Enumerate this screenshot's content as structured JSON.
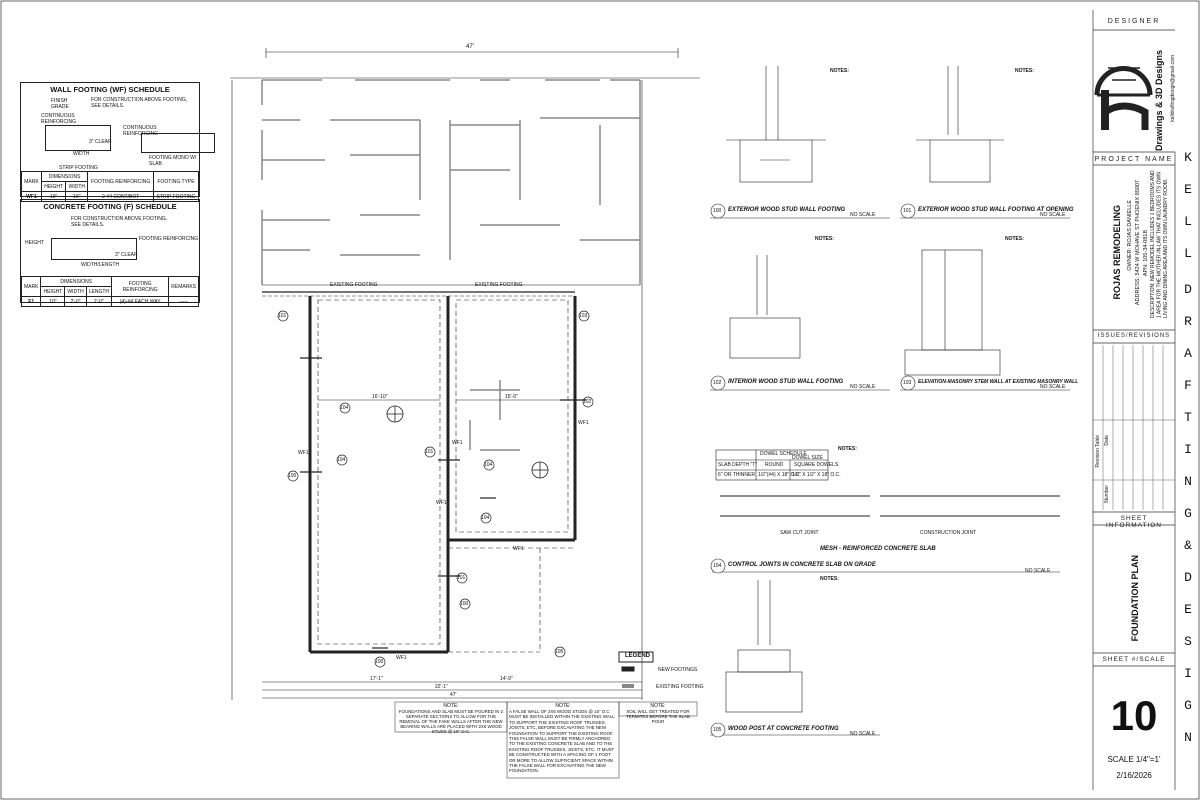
{
  "designer_label": "DESIGNER",
  "company": {
    "name": "Drawings & 3D Designs",
    "email": "kelldraftingdesign@gmail.com",
    "brand_vertical": [
      "K",
      "E",
      "L",
      "L",
      "D",
      "R",
      "A",
      "F",
      "T",
      "I",
      "N",
      "G",
      "&",
      "D",
      "E",
      "S",
      "I",
      "G",
      "N"
    ]
  },
  "project_name_label": "PROJECT NAME",
  "project": {
    "title": "ROJAS REMODELING",
    "owner": "OWNER: ROJAS DANIELLE",
    "address": "ADDRESS: 5424 W MOHAVE ST PHOENIX 85007",
    "apn": "APN: 105-34-081B",
    "description": "DESCRIPTION: NEW REMODEL INCLUDES 1 BEDROOMS AND 1 AREA FOR THE MOTHER-IN-LAW THAT INCLUDES ITS OWN LIVING AND DINING AREA AND ITS OWN LAUNDRY ROOM."
  },
  "issues_label": "ISSUES/REVISIONS",
  "revision_table": {
    "title": "Revision Table",
    "col_number": "Number",
    "col_date": "Date"
  },
  "sheet_info_label": "SHEET INFORMATION",
  "sheet_title": "FOUNDATION PLAN",
  "sheet_scale_label": "SHEET #/SCALE",
  "sheet_number": "10",
  "scale": "SCALE 1/4\"=1'",
  "date": "2/16/2026",
  "wall_schedule": {
    "title": "WALL FOOTING (WF) SCHEDULE",
    "note": "FOR CONSTRUCTION ABOVE FOOTING, SEE DETAILS.",
    "labels": [
      "FINISH GRADE",
      "CONTINUOUS REINFORCING",
      "3\" CLEAR",
      "WIDTH",
      "STRIP FOOTING",
      "FOOTING MONO W/ SLAB"
    ],
    "headers": [
      "MARK",
      "DIMENSIONS",
      "FOOTING REINFORCING",
      "FOOTING TYPE"
    ],
    "subheaders": [
      "HEIGHT",
      "WIDTH"
    ],
    "row": [
      "WF1",
      "10\"",
      "16\"",
      "2-#4 CONT/BOT",
      "STRIP FOOTING"
    ]
  },
  "concrete_schedule": {
    "title": "CONCRETE FOOTING (F) SCHEDULE",
    "note": "FOR CONSTRUCTION ABOVE FOOTING, SEE DETAILS.",
    "labels": [
      "FOOTING REINFORCING",
      "3\" CLEAR",
      "WIDTH/LENGTH",
      "HEIGHT"
    ],
    "headers": [
      "MARK",
      "DIMENSIONS",
      "FOOTING REINFORCING",
      "REMARKS"
    ],
    "subheaders": [
      "HEIGHT",
      "WIDTH",
      "LENGTH"
    ],
    "row": [
      "F1",
      "10\"",
      "2'-0\"",
      "2'-0\"",
      "(4)-#4 EACH WAY",
      "-----"
    ]
  },
  "plan": {
    "dim_top": "47'",
    "existing_footing_1": "EXISTING FOOTING",
    "existing_footing_2": "EXISTING FOOTING",
    "dims_bottom": [
      "17'-1\"",
      "22'-1\"",
      "14'-9\"",
      "47'"
    ],
    "callouts": [
      "104",
      "104",
      "103",
      "101",
      "104",
      "104",
      "101",
      "100",
      "102",
      "101",
      "105",
      "100",
      "100",
      "103"
    ],
    "wf_labels": [
      "WF1",
      "WF1",
      "WF1",
      "WF1",
      "WF1",
      "WF1"
    ],
    "dims_inner": [
      "16'-10\"",
      "15'-9\""
    ],
    "legend_title": "LEGEND",
    "legend_items": [
      "NEW FOOTINGS",
      "EXISTING FOOTING"
    ],
    "notes": [
      {
        "title": "NOTE:",
        "text": "FOUNDATIONS AND SLAB MUST BE POURED IN 2 SEPARATE SECTIONS TO ALLOW FOR THE REMOVAL OF THE FAKE WALLS AFTER THE NEW BEARING WALLS ARE PLACED WITH 2X6 WOOD STUDS @ 16\" O.C."
      },
      {
        "title": "NOTE:",
        "text": "A FALSE WALL OF 2X6 WOOD STUDS @ 16\" O.C MUST BE INSTALLED WITHIN THE EXISTING WALL TO SUPPORT THE EXISTING ROOF TRUSSES, JOISTS, ETC, BEFORE EXCAVATING THE NEW FOUNDATION TO SUPPORT THE EXISTING ROOF. THIS FALSE WALL MUST BE FIRMLY ANCHORED TO THE EXISTING CONCRETE SLAB AND TO THE EXISTING ROOF TRUSSES, JOISTS, ETC. IT MUST BE CONSTRUCTED WITH A SPACING OF 1 FOOT OR MORE TO ALLOW SUFFICIENT SPACE WITHIN THE FALSE WALL FOR EXCAVATING THE NEW FOUNDATION."
      },
      {
        "title": "NOTE:",
        "text": "SOIL WILL GET TREATED FOR TERMITES BEFORE THE SLAB POUR"
      }
    ]
  },
  "details": [
    {
      "num": "100",
      "title": "EXTERIOR WOOD STUD WALL FOOTING",
      "scale": "NO SCALE"
    },
    {
      "num": "101",
      "title": "EXTERIOR WOOD STUD WALL FOOTING AT OPENING",
      "scale": "NO SCALE"
    },
    {
      "num": "102",
      "title": "INTERIOR WOOD STUD WALL FOOTING",
      "scale": "NO SCALE"
    },
    {
      "num": "103",
      "title": "ELEVATION-MASONRY STEM WALL AT EXISTING MASONRY WALL",
      "scale": "NO SCALE"
    },
    {
      "num": "104",
      "title": "CONTROL JOINTS IN CONCRETE SLAB ON GRADE",
      "scale": "NO SCALE"
    },
    {
      "num": "105",
      "title": "WOOD POST AT CONCRETE FOOTING",
      "scale": "NO SCALE"
    }
  ],
  "detail_notes_title": "NOTES:",
  "slab_label": "MESH - REINFORCED CONCRETE SLAB",
  "joint_labels": [
    "SAW CUT JOINT",
    "CONSTRUCTION JOINT"
  ],
  "dowel_schedule": {
    "title": "DOWEL SCHEDULE",
    "headers": [
      "SLAB DEPTH \"T\"",
      "ROUND",
      "DOWEL SIZE",
      "SQUARE DOWELS"
    ],
    "row": [
      "6\" OR THINNER",
      "1/2\"(#4) X 18\" O.C.",
      "",
      "1/2\" X 1/2\" X 18\" O.C."
    ]
  }
}
